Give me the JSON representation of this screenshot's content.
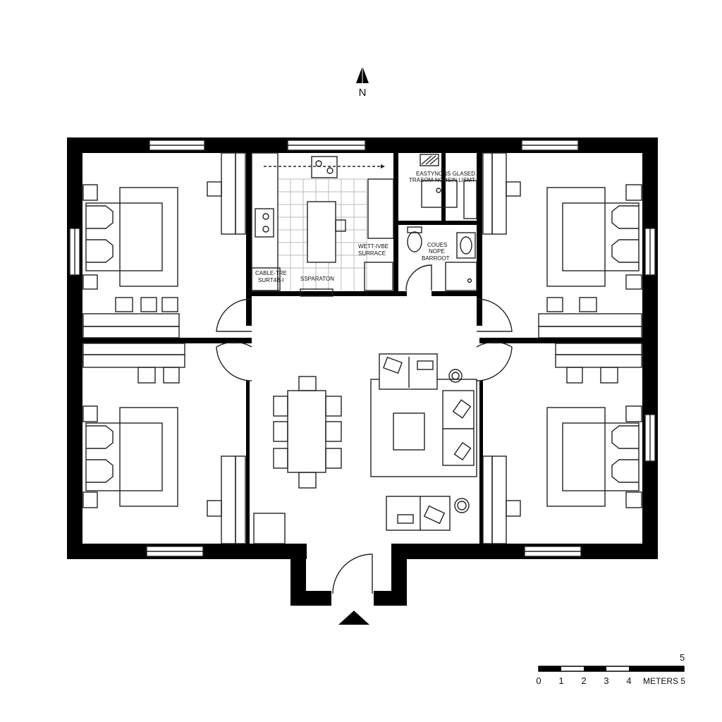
{
  "compass": {
    "label": "N"
  },
  "kitchen": {
    "label_cable_1": "CABLE-TRE",
    "label_cable_2": "SURT4B-I",
    "label_separation": "SSPARATON",
    "label_wet_1": "WETT-IVBE",
    "label_wet_2": "SURRACE"
  },
  "utility": {
    "label_1": "EASTYNONS GLASED",
    "label_2": "TRASOM-NOHSIN LISMT"
  },
  "bathroom": {
    "label_1": "COUES",
    "label_2": "NOPE",
    "label_3": "BARROOT"
  },
  "scale_bar": {
    "ticks": [
      "0",
      "1",
      "2",
      "3",
      "4"
    ],
    "unit_label": "METERS 5",
    "top_label": "5"
  }
}
